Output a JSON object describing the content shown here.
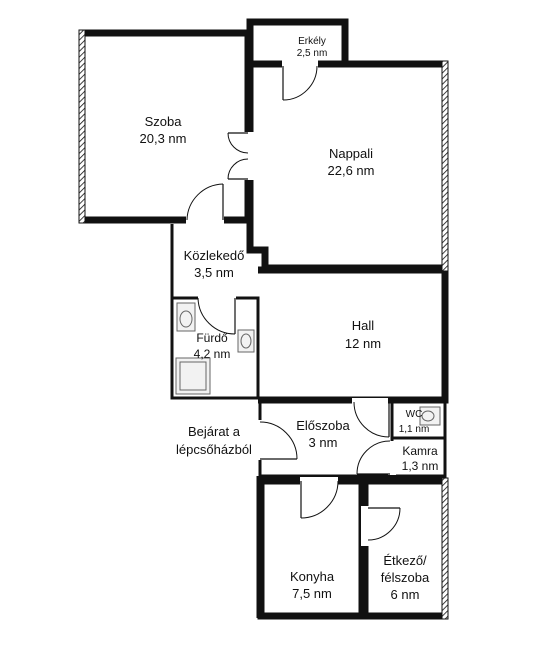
{
  "rooms": {
    "erkely": {
      "name": "Erkély",
      "area": "2,5 nm"
    },
    "szoba": {
      "name": "Szoba",
      "area": "20,3 nm"
    },
    "nappali": {
      "name": "Nappali",
      "area": "22,6 nm"
    },
    "kozlekedo": {
      "name": "Közlekedő",
      "area": "3,5 nm"
    },
    "furdo": {
      "name": "Fürdő",
      "area": "4,2 nm"
    },
    "hall": {
      "name": "Hall",
      "area": "12 nm"
    },
    "eloszoba": {
      "name": "Előszoba",
      "area": "3 nm"
    },
    "wc": {
      "name": "WC",
      "area": "1,1 nm"
    },
    "kamra": {
      "name": "Kamra",
      "area": "1,3 nm"
    },
    "konyha": {
      "name": "Konyha",
      "area": "7,5 nm"
    },
    "etkezo": {
      "name_line1": "Étkező/",
      "name_line2": "félszoba",
      "area": "6 nm"
    }
  },
  "entrance": {
    "line1": "Bejárat a",
    "line2": "lépcsőházból"
  },
  "icons": {
    "door": "door-swing-icon",
    "toilet": "toilet-icon",
    "sink": "sink-icon",
    "bathtub": "bathtub-icon"
  },
  "colors": {
    "wall": "#111111",
    "background": "#ffffff",
    "fixture": "#f2f2f2"
  }
}
